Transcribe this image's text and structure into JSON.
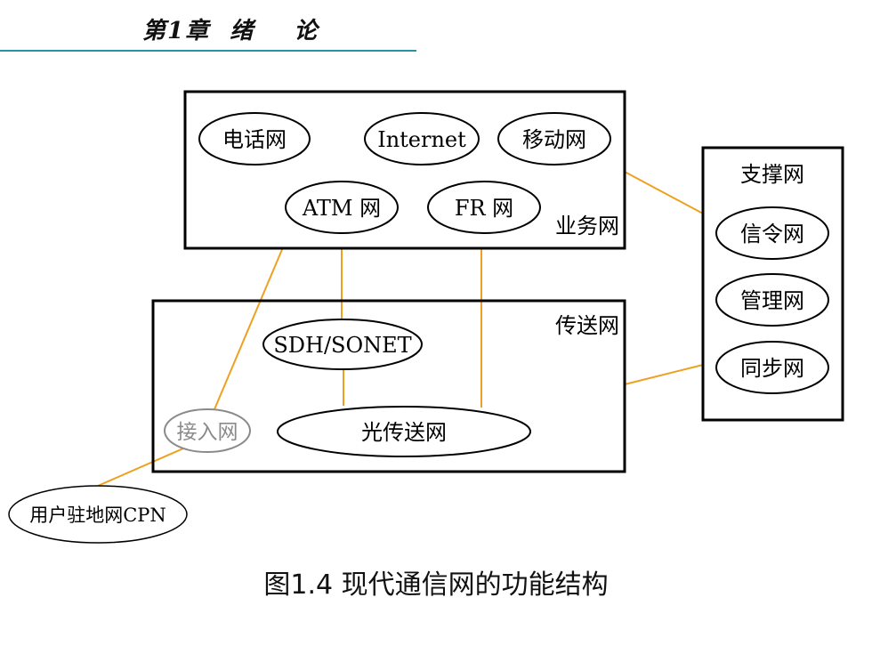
{
  "header": {
    "title": "第1章  绪    论"
  },
  "diagram": {
    "service_network": {
      "label": "业务网",
      "nodes": [
        "电话网",
        "Internet",
        "移动网",
        "ATM 网",
        "FR 网"
      ]
    },
    "transport_network": {
      "label": "传送网",
      "nodes": [
        "SDH/SONET",
        "光传送网"
      ]
    },
    "access_network": {
      "label": "接入网"
    },
    "support_network": {
      "label": "支撑网",
      "nodes": [
        "信令网",
        "管理网",
        "同步网"
      ]
    },
    "customer_network": {
      "label": "用户驻地网CPN"
    }
  },
  "caption": "图1.4  现代通信网的功能结构",
  "colors": {
    "link": "#f0a020",
    "rule": "#2b8fa8",
    "access_gray": "#8a8a8a"
  }
}
